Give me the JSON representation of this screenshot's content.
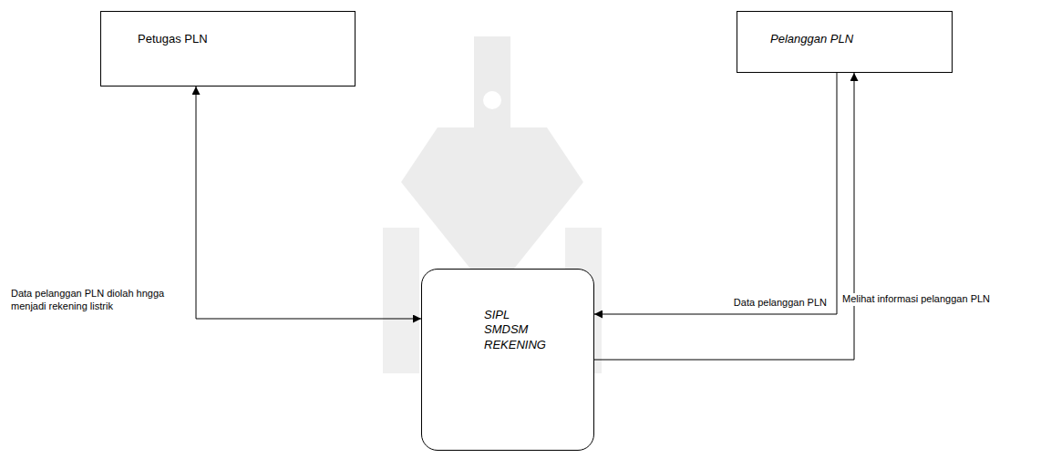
{
  "diagram": {
    "nodes": [
      {
        "text": [
          "Petugas PLN"
        ]
      },
      {
        "text": [
          "Pelanggan PLN"
        ]
      },
      {
        "text": [
          "SIPL SMDSM REKENING"
        ]
      }
    ],
    "edges": [
      {
        "from": 0,
        "to": 2,
        "arrow": "both",
        "label": "Data pelanggan PLN diolah hngga menjadi rekening listrik"
      },
      {
        "from": 1,
        "to": 2,
        "arrow": "to",
        "label": "Data pelanggan PLN"
      },
      {
        "from": 2,
        "to": 1,
        "arrow": "to",
        "label": "Melihat informasi pelanggan PLN"
      }
    ]
  }
}
